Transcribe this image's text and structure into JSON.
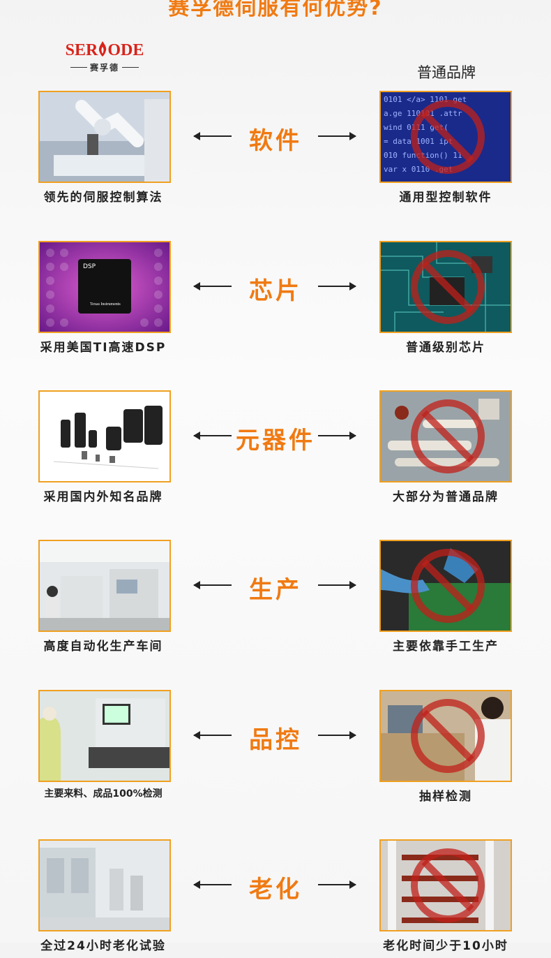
{
  "title": "赛孚德伺服有何优势?",
  "logo": {
    "brand_en": "SERVODE",
    "brand_cn": "赛孚德"
  },
  "right_brand_label": "普通品牌",
  "rows": [
    {
      "feature": "软件",
      "left_caption": "领先的伺服控制算法",
      "right_caption": "通用型控制软件"
    },
    {
      "feature": "芯片",
      "left_caption": "采用美国TI高速DSP",
      "right_caption": "普通级别芯片",
      "chip_label": "DSP",
      "chip_brand": "Texas Instruments"
    },
    {
      "feature": "元器件",
      "left_caption": "采用国内外知名品牌",
      "right_caption": "大部分为普通品牌"
    },
    {
      "feature": "生产",
      "left_caption": "高度自动化生产车间",
      "right_caption": "主要依靠手工生产"
    },
    {
      "feature": "品控",
      "left_caption": "主要来料、成品100%检测",
      "right_caption": "抽样检测"
    },
    {
      "feature": "老化",
      "left_caption": "全过24小时老化试验",
      "right_caption": "老化时间少于10小时"
    }
  ],
  "colors": {
    "accent": "#f07a12",
    "border": "#f0a020",
    "logo_red": "#d9231a",
    "prohibit": "#c0201a"
  }
}
